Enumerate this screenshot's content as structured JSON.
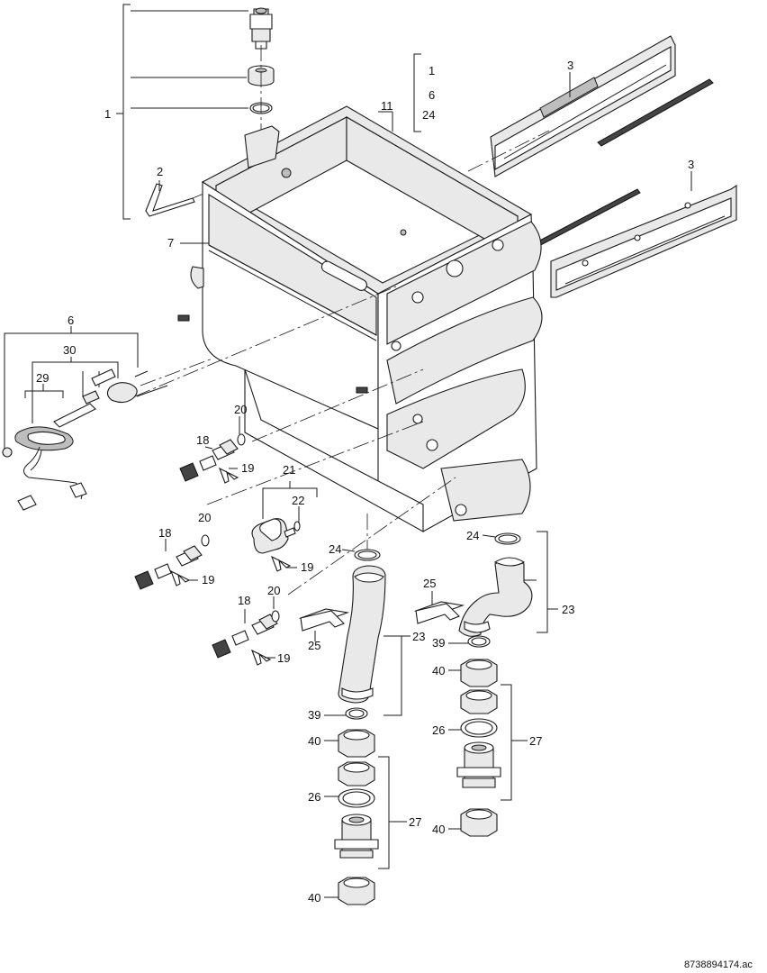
{
  "document_code": "8738894174.ac",
  "labels": {
    "l1_main": "1",
    "l1_side": "1",
    "l6_side": "6",
    "l24_side": "24",
    "l11": "11",
    "l3_top": "3",
    "l3_mid": "3",
    "l2": "2",
    "l7": "7",
    "l6": "6",
    "l30": "30",
    "l29": "29",
    "l20_a": "20",
    "l18_a": "18",
    "l19_a": "19",
    "l21": "21",
    "l22": "22",
    "l20_b": "20",
    "l18_b": "18",
    "l19_b": "19",
    "l19_c": "19",
    "l24_a": "24",
    "l24_b": "24",
    "l25_a": "25",
    "l25_b": "25",
    "l23_a": "23",
    "l23_b": "23",
    "l18_c": "18",
    "l20_c": "20",
    "l19_d": "19",
    "l39_a": "39",
    "l39_b": "39",
    "l40_a": "40",
    "l40_b": "40",
    "l40_c": "40",
    "l40_d": "40",
    "l26_a": "26",
    "l26_b": "26",
    "l27_a": "27",
    "l27_b": "27"
  }
}
